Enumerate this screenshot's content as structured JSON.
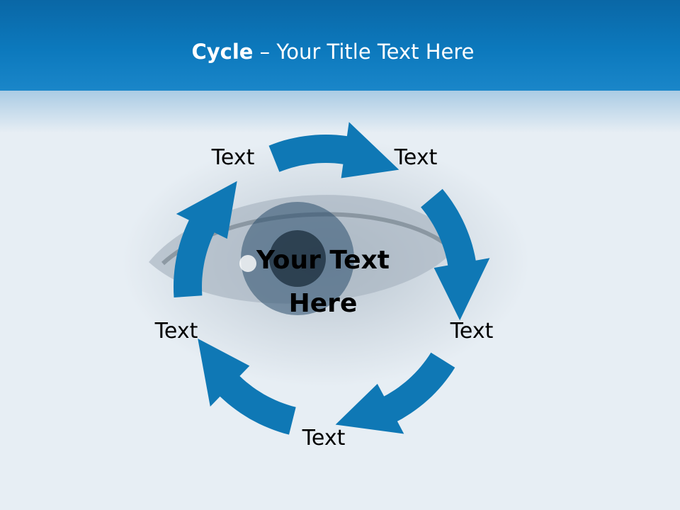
{
  "title": {
    "bold": "Cycle",
    "rest": " – Your Title Text Here"
  },
  "center_text": [
    "Your Text",
    "Here"
  ],
  "labels": [
    "Text",
    "Text",
    "Text",
    "Text",
    "Text"
  ],
  "colors": {
    "banner": "#0c79bd",
    "arrow": "#0f78b5",
    "text": "#000000"
  },
  "icons": [
    "cycle-arrow-icon"
  ]
}
